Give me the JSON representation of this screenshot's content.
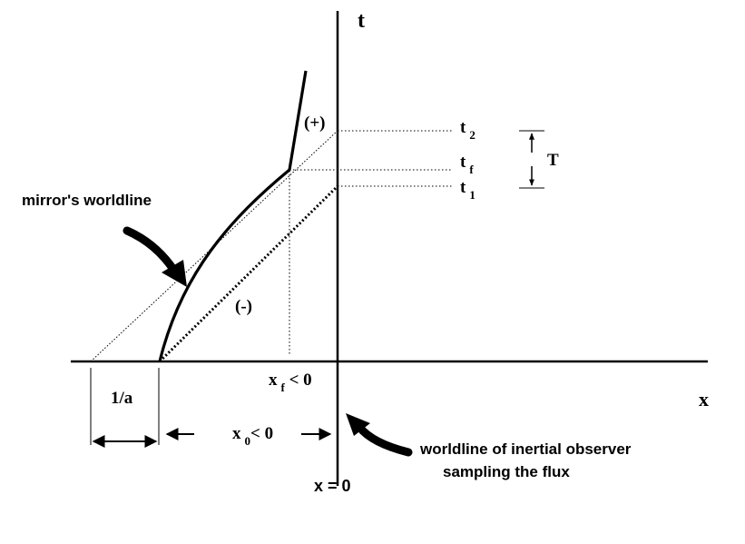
{
  "axes": {
    "t_label": "t",
    "x_label": "x",
    "origin_label": "x = 0"
  },
  "time_marks": {
    "t2": {
      "main": "t",
      "sub": "2"
    },
    "tf": {
      "main": "t",
      "sub": "f"
    },
    "t1": {
      "main": "t",
      "sub": "1"
    }
  },
  "interval_label": "T",
  "ray_labels": {
    "plus": "(+)",
    "minus": "(-)"
  },
  "x_marks": {
    "xf": {
      "main": "x",
      "sub": "f",
      "rest": " < 0"
    },
    "x0": {
      "main": "x",
      "sub": "0",
      "rest": "< 0"
    },
    "inv_a": "1/a"
  },
  "annotations": {
    "mirror": "mirror's worldline",
    "observer_line1": "worldline of inertial observer",
    "observer_line2": "sampling the flux"
  },
  "colors": {
    "ink": "#000000",
    "background": "#ffffff"
  }
}
